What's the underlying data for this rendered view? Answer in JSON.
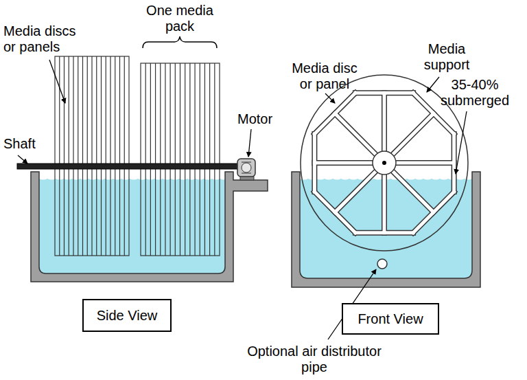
{
  "diagram": {
    "nodes": [
      {
        "text": [
          "Side View"
        ]
      },
      {
        "text": [
          "Front View"
        ]
      }
    ],
    "labels": [
      "Media discs or panels",
      "One media pack",
      "Shaft",
      "Motor",
      "Media disc or panel",
      "Media support",
      "35-40% submerged",
      "Optional air distributor pipe"
    ]
  }
}
